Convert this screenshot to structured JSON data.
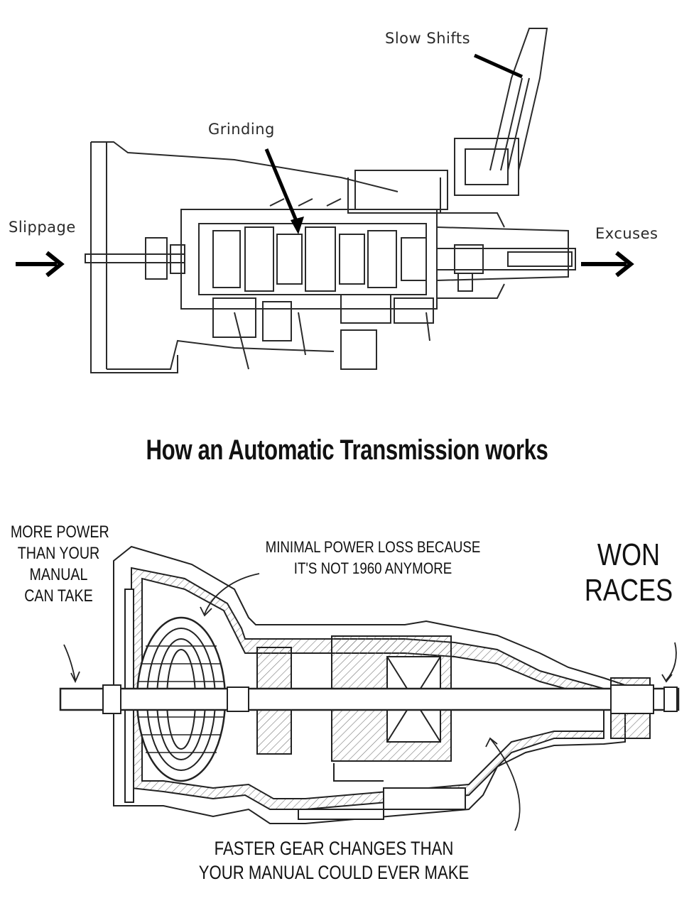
{
  "manual_diagram": {
    "labels": {
      "slow_shifts": "Slow Shifts",
      "grinding": "Grinding",
      "slippage": "Slippage",
      "excuses": "Excuses"
    }
  },
  "title": "How an Automatic Transmission works",
  "automatic_diagram": {
    "labels": {
      "more_power": [
        "MORE POWER",
        "THAN YOUR",
        "MANUAL",
        "CAN TAKE"
      ],
      "minimal_loss": [
        "MINIMAL POWER LOSS BECAUSE",
        "IT'S NOT 1960 ANYMORE"
      ],
      "won_races": [
        "WON",
        "RACES"
      ],
      "faster_gear": [
        "FASTER GEAR CHANGES THAN",
        "YOUR MANUAL COULD EVER MAKE"
      ]
    }
  }
}
